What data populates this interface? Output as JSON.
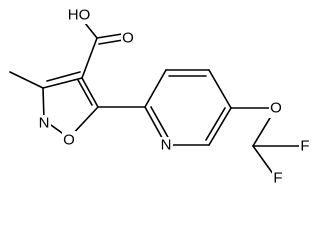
{
  "atoms": [
    {
      "id": "carboxyl-oh",
      "label": "HO"
    },
    {
      "id": "carboxyl-o",
      "label": "O"
    },
    {
      "id": "isoxazole-n",
      "label": "N"
    },
    {
      "id": "isoxazole-o",
      "label": "O"
    },
    {
      "id": "pyridine-n",
      "label": "N"
    },
    {
      "id": "ether-o",
      "label": "O"
    },
    {
      "id": "fluorine-1",
      "label": "F"
    },
    {
      "id": "fluorine-2",
      "label": "F"
    }
  ]
}
